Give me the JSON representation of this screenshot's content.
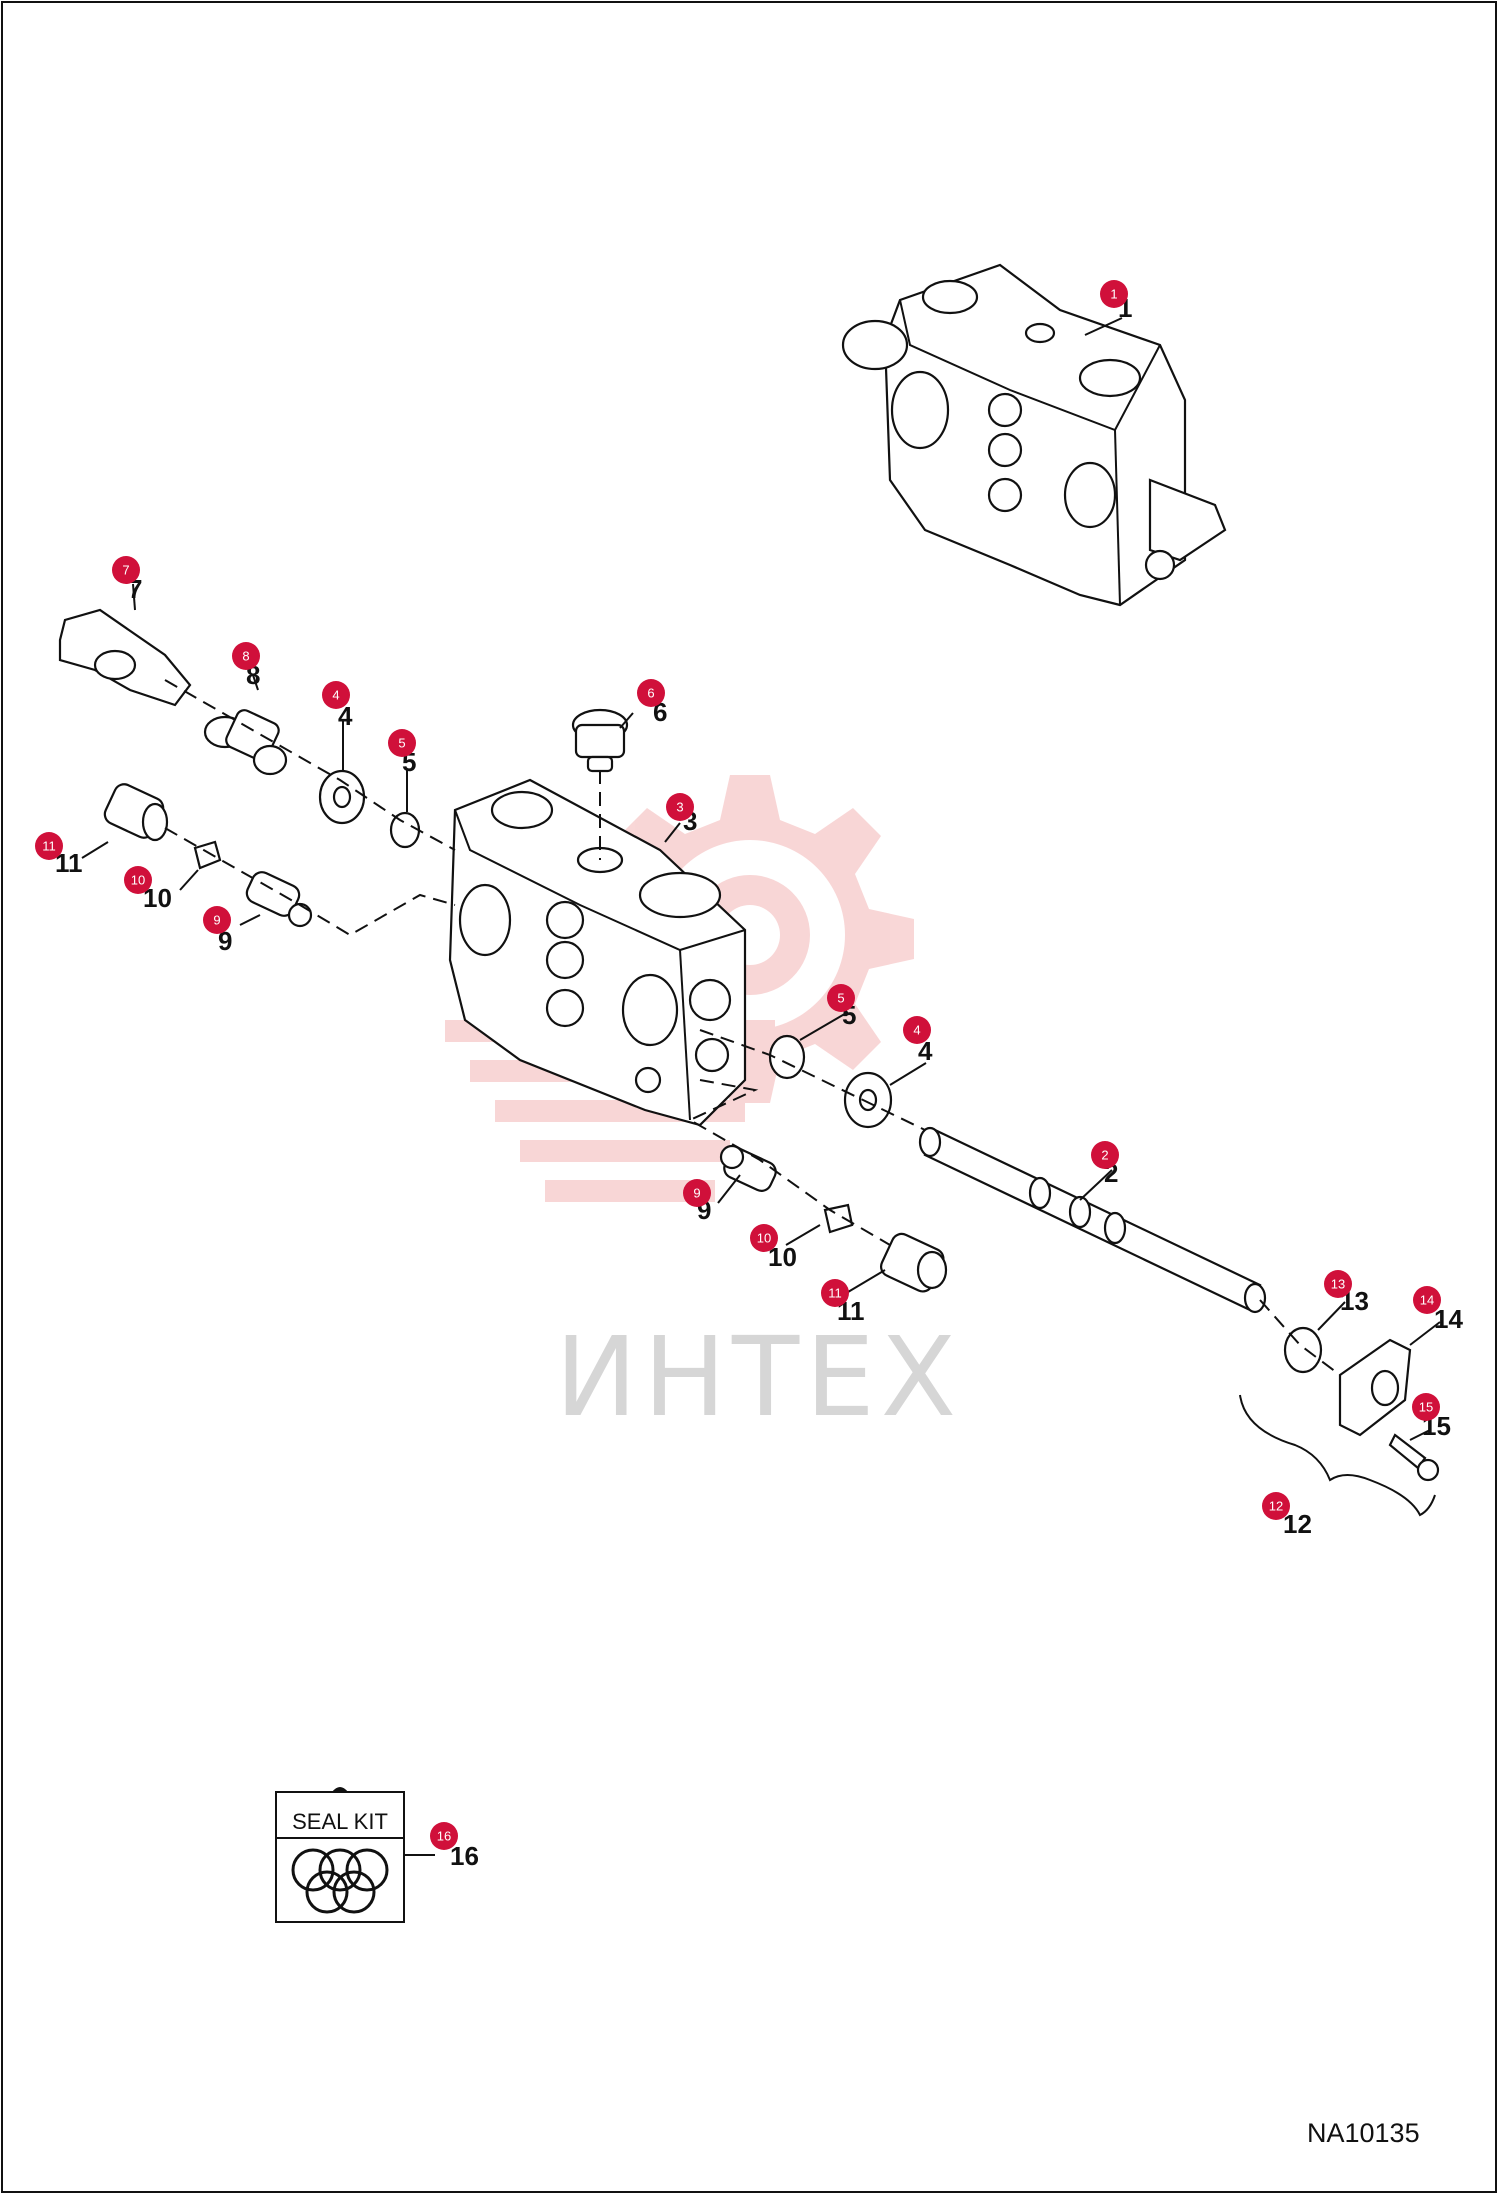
{
  "drawing_number": "NA10135",
  "watermark": "ИНТЕХ",
  "colors": {
    "badge": "#d0103a",
    "watermark_gear": "#f4b6b6",
    "watermark_text": "#d6d6d6",
    "line": "#111111"
  },
  "seal_kit": {
    "title": "SEAL KIT",
    "number": "16"
  },
  "callouts": [
    {
      "num": "1"
    },
    {
      "num": "2"
    },
    {
      "num": "3"
    },
    {
      "num": "4"
    },
    {
      "num": "4"
    },
    {
      "num": "5"
    },
    {
      "num": "5"
    },
    {
      "num": "6"
    },
    {
      "num": "7"
    },
    {
      "num": "8"
    },
    {
      "num": "9"
    },
    {
      "num": "9"
    },
    {
      "num": "10"
    },
    {
      "num": "10"
    },
    {
      "num": "11"
    },
    {
      "num": "11"
    },
    {
      "num": "12"
    },
    {
      "num": "13"
    },
    {
      "num": "14"
    },
    {
      "num": "15"
    }
  ]
}
